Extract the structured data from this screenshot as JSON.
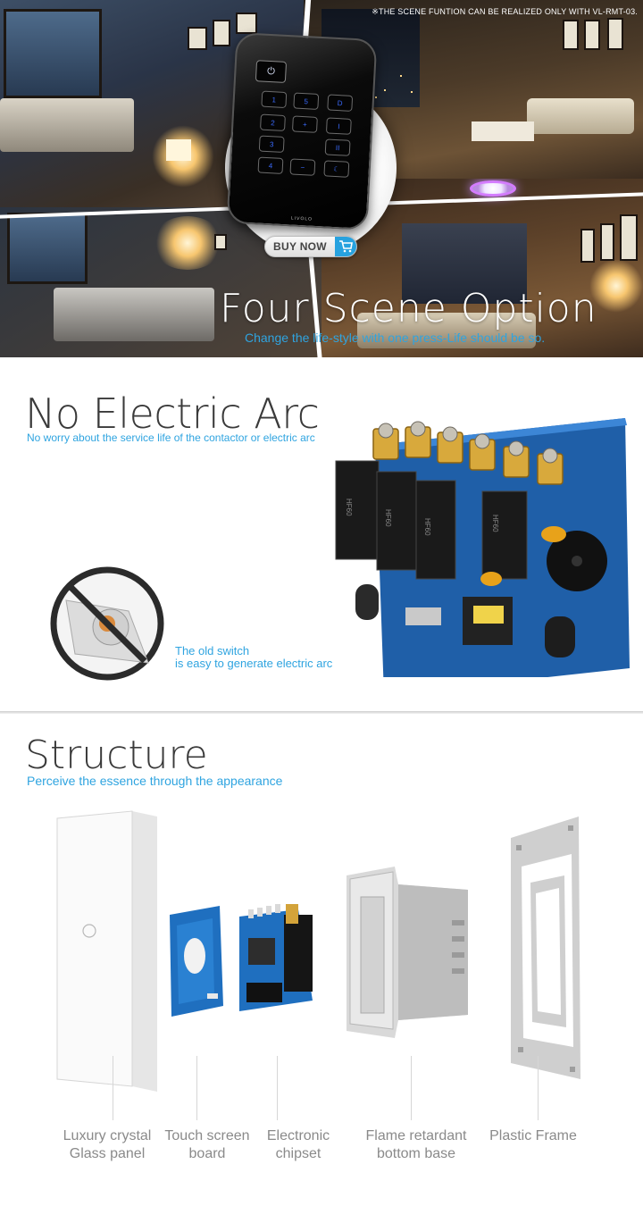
{
  "scene": {
    "disclaimer": "※THE SCENE FUNTION CAN BE REALIZED ONLY WITH VL-RMT-03.",
    "title": "Four  Scene Option",
    "subtitle": "Change the  life-style with one press-Life should be so.",
    "buy_now": "BUY NOW",
    "remote": {
      "power_icon": "power-icon",
      "brand": "LIVOLO",
      "buttons": [
        "1",
        "5",
        "D",
        "2",
        "+",
        "I",
        "3",
        "II",
        "4",
        "−",
        "☾"
      ]
    }
  },
  "arc": {
    "title": "No Electric Arc",
    "subtitle": "No worry about the service life of the contactor or electric arc",
    "note_line1": "The old switch",
    "note_line2": "is easy to generate electric arc"
  },
  "structure": {
    "title": "Structure",
    "subtitle": "Perceive the essence  through the appearance",
    "parts": [
      {
        "line1": "Luxury crystal",
        "line2": "Glass panel"
      },
      {
        "line1": "Touch screen",
        "line2": "board"
      },
      {
        "line1": "Electronic",
        "line2": "chipset"
      },
      {
        "line1": "Flame retardant",
        "line2": "bottom base"
      },
      {
        "line1": "Plastic Frame",
        "line2": ""
      }
    ]
  },
  "colors": {
    "accent": "#2fa4e0",
    "title": "#3a3a3a",
    "label": "#8a8a8a"
  }
}
